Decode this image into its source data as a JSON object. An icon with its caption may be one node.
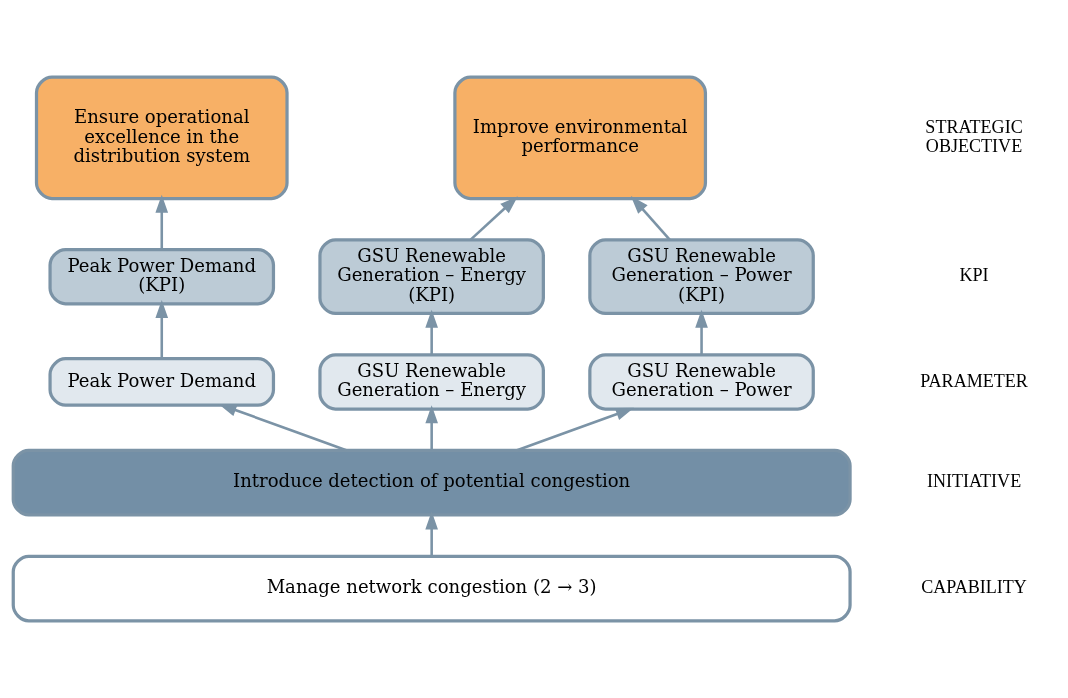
{
  "diagram": {
    "nodes": [
      {
        "text": [
          "Ensure operational excellence in the distribution system"
        ]
      },
      {
        "text": [
          "Improve environmental performance"
        ]
      },
      {
        "text": [
          "Peak Power Demand (KPI)"
        ]
      },
      {
        "text": [
          "GSU Renewable Generation – Energy (KPI)"
        ]
      },
      {
        "text": [
          "GSU Renewable Generation – Power (KPI)"
        ]
      },
      {
        "text": [
          "Peak Power Demand"
        ]
      },
      {
        "text": [
          "GSU Renewable Generation – Energy"
        ]
      },
      {
        "text": [
          "GSU Renewable Generation – Power"
        ]
      },
      {
        "text": [
          "Introduce detection of potential congestion"
        ]
      },
      {
        "text": [
          "Manage network congestion (2 → 3)"
        ]
      }
    ],
    "edges": [
      {
        "from": 2,
        "to": 0,
        "arrow": "to"
      },
      {
        "from": 3,
        "to": 1,
        "arrow": "to"
      },
      {
        "from": 4,
        "to": 1,
        "arrow": "to"
      },
      {
        "from": 5,
        "to": 2,
        "arrow": "to"
      },
      {
        "from": 6,
        "to": 3,
        "arrow": "to"
      },
      {
        "from": 7,
        "to": 4,
        "arrow": "to"
      },
      {
        "from": 8,
        "to": 5,
        "arrow": "to"
      },
      {
        "from": 8,
        "to": 6,
        "arrow": "to"
      },
      {
        "from": 8,
        "to": 7,
        "arrow": "to"
      },
      {
        "from": 9,
        "to": 8,
        "arrow": "to"
      }
    ],
    "labels": [
      "STRATEGIC OBJECTIVE",
      "KPI",
      "PARAMETER",
      "INITIATIVE",
      "CAPABILITY"
    ]
  }
}
